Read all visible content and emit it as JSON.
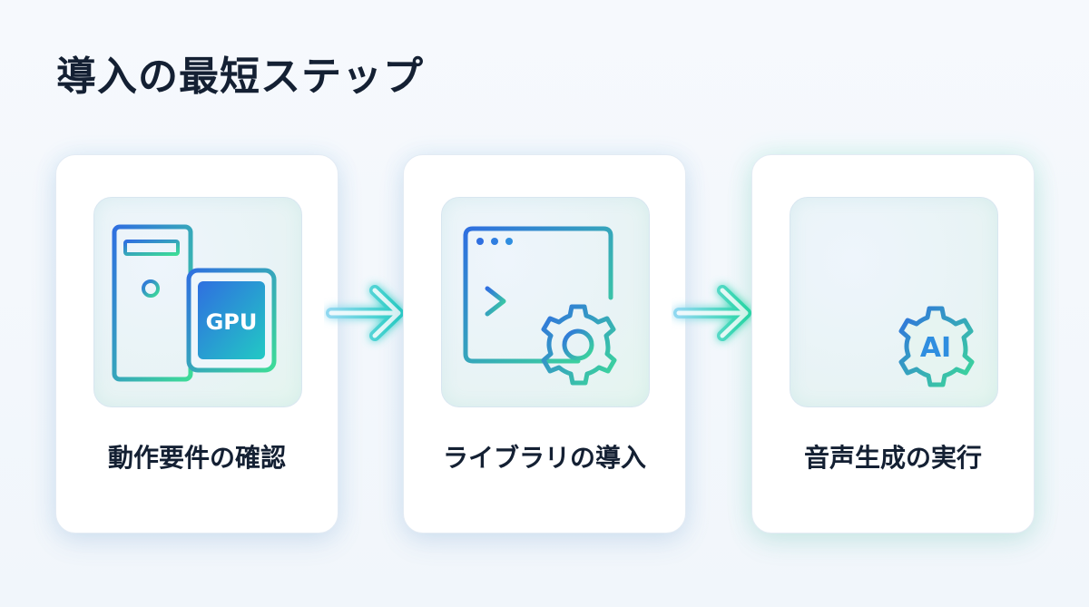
{
  "title": "導入の最短ステップ",
  "steps": [
    {
      "label": "動作要件の確認",
      "icon": "pc-gpu-icon",
      "icon_text": "GPU"
    },
    {
      "label": "ライブラリの導入",
      "icon": "terminal-gear-icon"
    },
    {
      "label": "音声生成の実行",
      "icon": "waveform-ai-icon",
      "icon_text": "AI"
    }
  ],
  "colors": {
    "blue": "#2f6fe0",
    "cyan": "#2bc6d8",
    "green": "#3ddc97",
    "text": "#142033"
  }
}
